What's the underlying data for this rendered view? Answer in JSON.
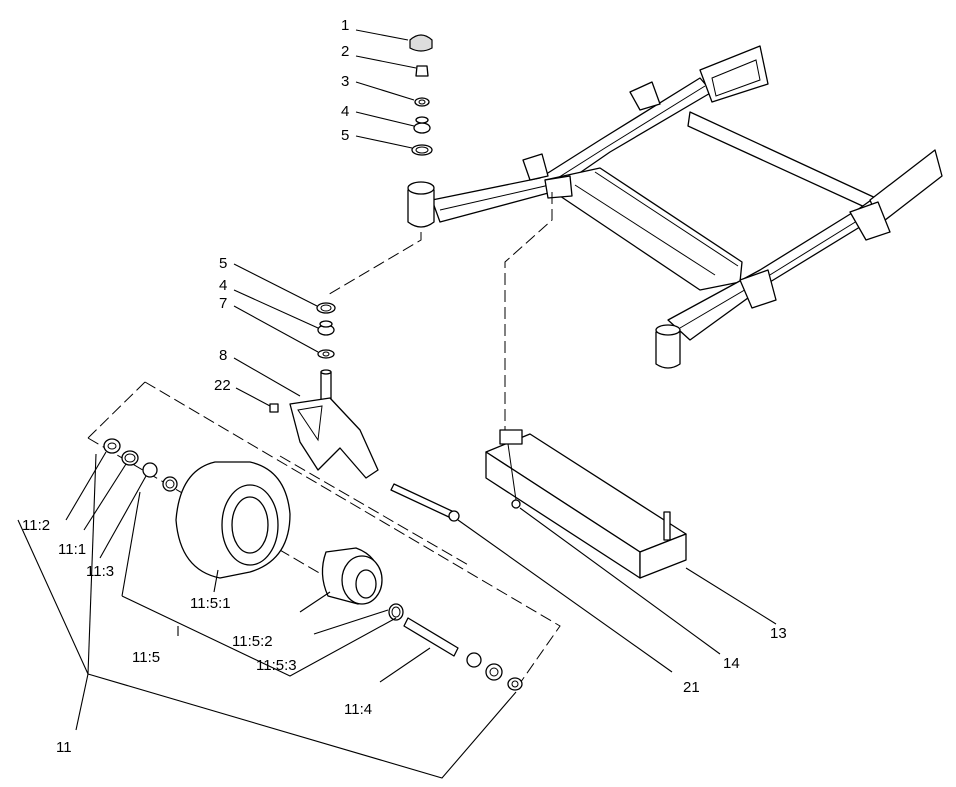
{
  "labels": {
    "p1": "1",
    "p2": "2",
    "p3": "3",
    "p4a": "4",
    "p5a": "5",
    "p5b": "5",
    "p4b": "4",
    "p7": "7",
    "p8": "8",
    "p22": "22",
    "p11_2": "11:2",
    "p11_1": "11:1",
    "p11_3": "11:3",
    "p11_5_1": "11:5:1",
    "p11_5": "11:5",
    "p11_5_2": "11:5:2",
    "p11_5_3": "11:5:3",
    "p11_4": "11:4",
    "p11": "11",
    "p21": "21",
    "p14": "14",
    "p13": "13"
  }
}
